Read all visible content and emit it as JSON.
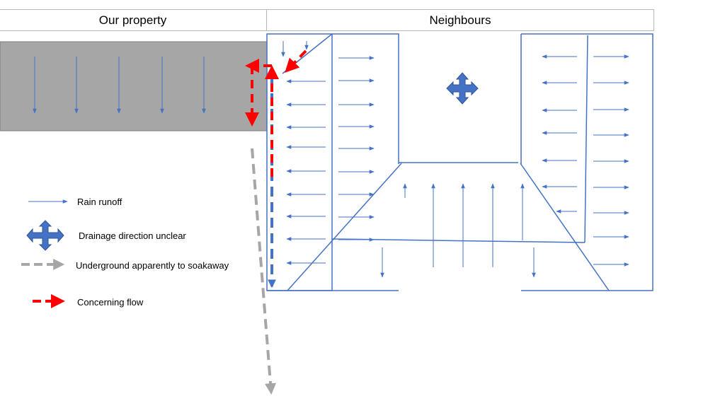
{
  "headers": {
    "our_property": "Our property",
    "neighbours": "Neighbours"
  },
  "legend": {
    "rain_runoff": "Rain runoff",
    "drainage_unclear": "Drainage direction unclear",
    "underground_soakaway": "Underground apparently to soakaway",
    "concerning_flow": "Concerning flow"
  },
  "colors": {
    "runoff_blue": "#4472c4",
    "roof_grey": "#a6a6a6",
    "concern_red": "#ff0000",
    "soakaway_grey": "#a6a6a6"
  },
  "icons": {
    "drainage_unclear": "four-way-arrow-icon"
  }
}
